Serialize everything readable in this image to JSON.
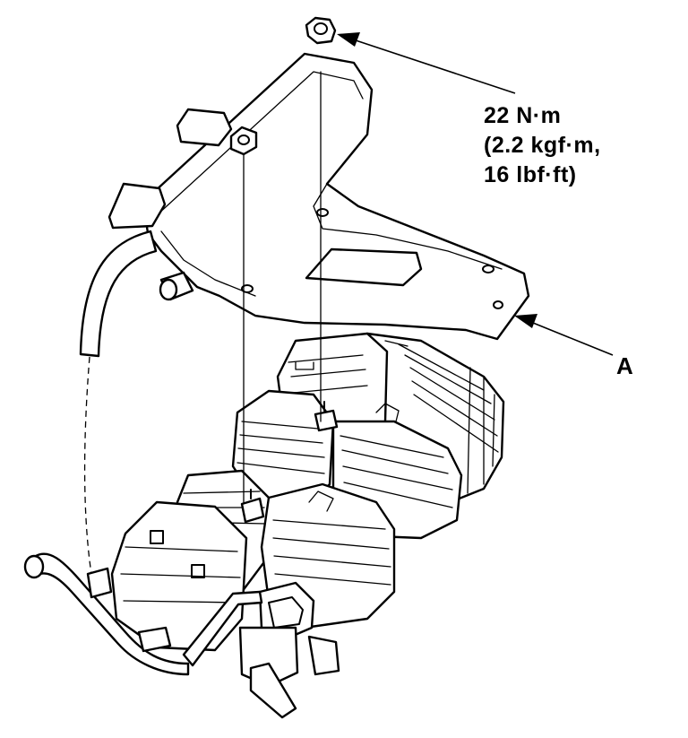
{
  "annotations": {
    "torque_spec": {
      "line1": "22 N·m",
      "line2": "(2.2 kgf·m,",
      "line3": "16 lbf·ft)"
    },
    "callout_label": "A"
  },
  "colors": {
    "line": "#000000",
    "background": "#ffffff"
  }
}
